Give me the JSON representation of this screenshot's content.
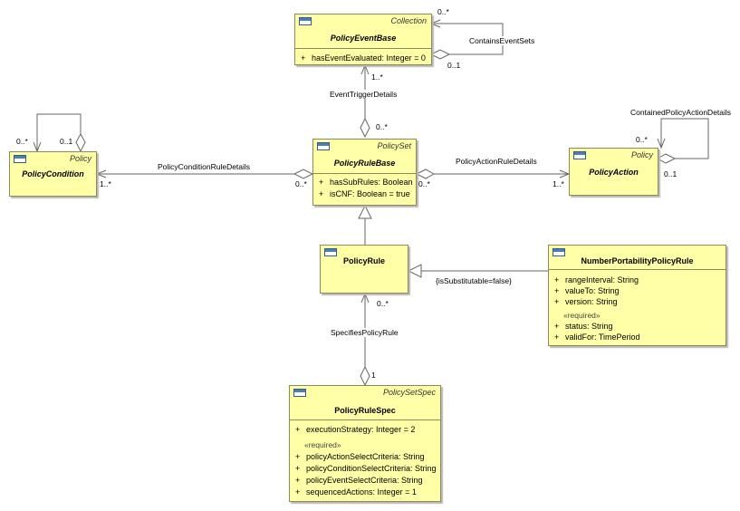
{
  "classes": {
    "policy_event_base": {
      "stereotype": "Collection",
      "name": "PolicyEventBase",
      "attributes": [
        {
          "vis": "+",
          "text": "hasEventEvaluated: Integer = 0"
        }
      ]
    },
    "policy_rule_base": {
      "stereotype": "PolicySet",
      "name": "PolicyRuleBase",
      "attributes": [
        {
          "vis": "+",
          "text": "hasSubRules: Boolean"
        },
        {
          "vis": "+",
          "text": "isCNF: Boolean = true"
        }
      ]
    },
    "policy_condition": {
      "stereotype": "Policy",
      "name": "PolicyCondition"
    },
    "policy_action": {
      "stereotype": "Policy",
      "name": "PolicyAction"
    },
    "policy_rule": {
      "name": "PolicyRule"
    },
    "number_portability_policy_rule": {
      "name": "NumberPortabilityPolicyRule",
      "attributes": [
        {
          "vis": "+",
          "text": "rangeInterval: String"
        },
        {
          "vis": "+",
          "text": "valueTo: String"
        },
        {
          "vis": "+",
          "text": "version: String"
        }
      ],
      "required_label": "«required»",
      "required_attributes": [
        {
          "vis": "+",
          "text": "status: String"
        },
        {
          "vis": "+",
          "text": "validFor: TimePeriod"
        }
      ]
    },
    "policy_rule_spec": {
      "stereotype": "PolicySetSpec",
      "name": "PolicyRuleSpec",
      "attributes": [
        {
          "vis": "+",
          "text": "executionStrategy: Integer = 2"
        }
      ],
      "required_label": "«required»",
      "required_attributes": [
        {
          "vis": "+",
          "text": "policyActionSelectCriteria: String"
        },
        {
          "vis": "+",
          "text": "policyConditionSelectCriteria: String"
        },
        {
          "vis": "+",
          "text": "policyEventSelectCriteria: String"
        },
        {
          "vis": "+",
          "text": "sequencedActions: Integer = 1"
        }
      ]
    }
  },
  "associations": {
    "contains_event_sets": {
      "label": "ContainsEventSets",
      "mult_a": "0..*",
      "mult_b": "0..1"
    },
    "event_trigger_details": {
      "label": "EventTriggerDetails",
      "mult_a": "1..*",
      "mult_b": "0..*"
    },
    "policy_condition_rule_details": {
      "label": "PolicyConditionRuleDetails",
      "mult_a": "1..*",
      "mult_b": "0..*"
    },
    "policy_condition_self": {
      "mult_a": "0..*",
      "mult_b": "0..1"
    },
    "policy_action_rule_details": {
      "label": "PolicyActionRuleDetails",
      "mult_a": "0..*",
      "mult_b": "1..*"
    },
    "contained_policy_action_details": {
      "label": "ContainedPolicyActionDetails",
      "mult_a": "0..*",
      "mult_b": "0..1"
    },
    "specifies_policy_rule": {
      "label": "SpecifiesPolicyRule",
      "mult_a": "0..*",
      "mult_b": "1"
    },
    "substitutable": {
      "label": "{isSubstitutable=false}"
    }
  }
}
